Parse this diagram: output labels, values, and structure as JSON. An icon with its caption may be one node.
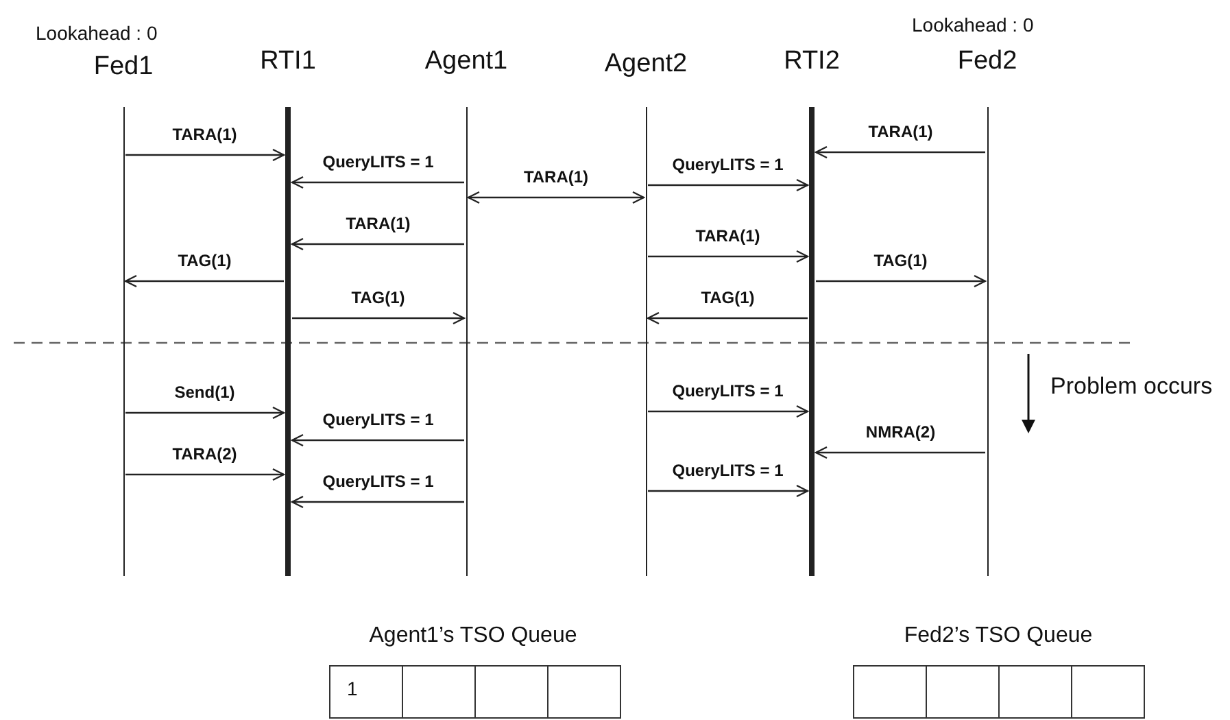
{
  "diagram": {
    "nodes": [
      {
        "text": [
          "Fed1"
        ],
        "beside": [
          "Lookahead : 0"
        ]
      },
      {
        "text": [
          "RTI1"
        ]
      },
      {
        "text": [
          "Agent1"
        ]
      },
      {
        "text": [
          "Agent2"
        ]
      },
      {
        "text": [
          "RTI2"
        ]
      },
      {
        "text": [
          "Fed2"
        ],
        "beside": [
          "Lookahead : 0"
        ]
      }
    ],
    "edges": [
      {
        "from": 5,
        "to": 4,
        "arrow": "to",
        "label": "TARA(1)"
      },
      {
        "from": 0,
        "to": 1,
        "arrow": "to",
        "label": "TARA(1)"
      },
      {
        "from": 2,
        "to": 1,
        "arrow": "to",
        "label": "QueryLITS = 1"
      },
      {
        "from": 3,
        "to": 4,
        "arrow": "to",
        "label": "QueryLITS = 1"
      },
      {
        "from": 2,
        "to": 3,
        "arrow": "both",
        "label": "TARA(1)"
      },
      {
        "from": 2,
        "to": 1,
        "arrow": "to",
        "label": "TARA(1)"
      },
      {
        "from": 3,
        "to": 4,
        "arrow": "to",
        "label": "TARA(1)"
      },
      {
        "from": 1,
        "to": 0,
        "arrow": "to",
        "label": "TAG(1)"
      },
      {
        "from": 4,
        "to": 5,
        "arrow": "to",
        "label": "TAG(1)"
      },
      {
        "from": 1,
        "to": 2,
        "arrow": "to",
        "label": "TAG(1)"
      },
      {
        "from": 4,
        "to": 3,
        "arrow": "to",
        "label": "TAG(1)"
      },
      {
        "from": 3,
        "to": 4,
        "arrow": "to",
        "label": "QueryLITS = 1"
      },
      {
        "from": 0,
        "to": 1,
        "arrow": "to",
        "label": "Send(1)"
      },
      {
        "from": 2,
        "to": 1,
        "arrow": "to",
        "label": "QueryLITS = 1"
      },
      {
        "from": 5,
        "to": 4,
        "arrow": "to",
        "label": "NMRA(2)"
      },
      {
        "from": 0,
        "to": 1,
        "arrow": "to",
        "label": "TARA(2)"
      },
      {
        "from": 3,
        "to": 4,
        "arrow": "to",
        "label": "QueryLITS = 1"
      },
      {
        "from": 2,
        "to": 1,
        "arrow": "to",
        "label": "QueryLITS = 1"
      }
    ],
    "labels": [
      "Problem occurs",
      "Agent1’s TSO Queue",
      "1",
      "Fed2’s TSO Queue"
    ]
  }
}
